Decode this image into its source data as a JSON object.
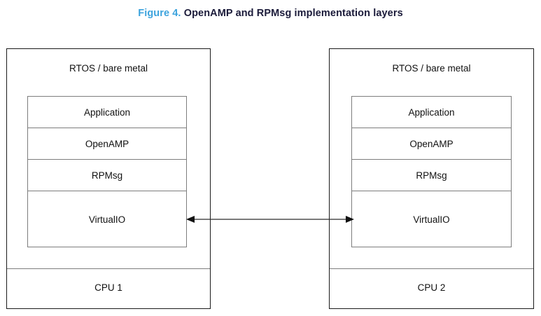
{
  "figure": {
    "number": "Figure 4.",
    "title": "OpenAMP and RPMsg implementation layers",
    "accent_color": "#3ca3dd",
    "title_color": "#1b1b3a"
  },
  "diagram": {
    "background": "#ffffff",
    "outer_border_color": "#1a1a1a",
    "inner_border_color": "#7d7d7d",
    "connector": {
      "name": "bidirectional-arrow",
      "direction": "both",
      "color": "#2b2b2b"
    },
    "panels": [
      {
        "id": "left",
        "os_label": "RTOS / bare metal",
        "cpu_label": "CPU 1",
        "layers": [
          {
            "label": "Application"
          },
          {
            "label": "OpenAMP"
          },
          {
            "label": "RPMsg"
          },
          {
            "label": "VirtualIO"
          }
        ]
      },
      {
        "id": "right",
        "os_label": "RTOS / bare metal",
        "cpu_label": "CPU 2",
        "layers": [
          {
            "label": "Application"
          },
          {
            "label": "OpenAMP"
          },
          {
            "label": "RPMsg"
          },
          {
            "label": "VirtualIO"
          }
        ]
      }
    ]
  }
}
